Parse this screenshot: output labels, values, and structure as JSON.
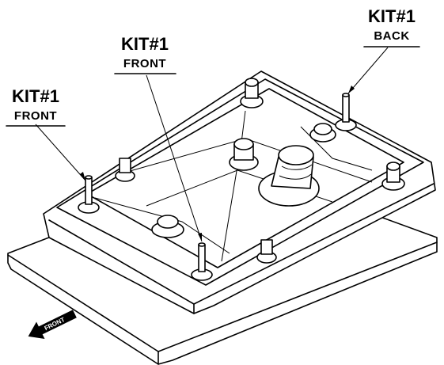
{
  "callouts": [
    {
      "title": "KIT#1",
      "subtitle": "BACK"
    },
    {
      "title": "KIT#1",
      "subtitle": "FRONT"
    },
    {
      "title": "KIT#1",
      "subtitle": "FRONT"
    }
  ],
  "direction_arrow": {
    "label": "FRONT"
  }
}
